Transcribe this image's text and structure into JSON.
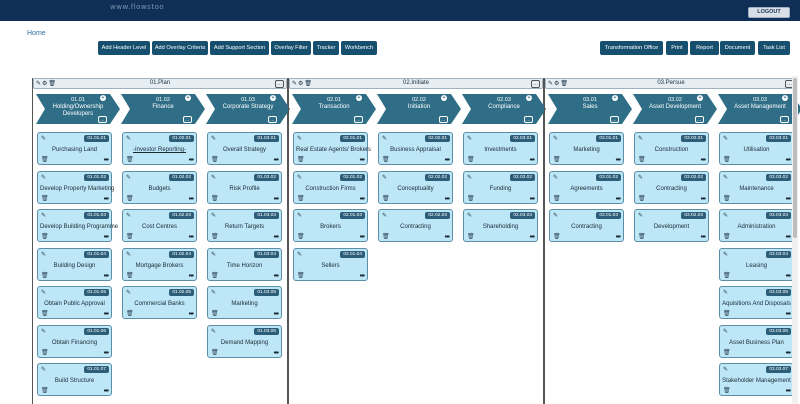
{
  "topbar": {
    "brand": "www.flowstoo",
    "logout_label": "LOGOUT"
  },
  "breadcrumb": "Home",
  "toolbar_left": [
    "Add Header Level",
    "Add Overlay Criteria",
    "Add Support Section",
    "Overlay Filter",
    "Tracker",
    "Workbench"
  ],
  "toolbar_right": [
    "Transformation Office",
    "Print",
    "Report",
    "Document",
    "Task List"
  ],
  "sections": [
    {
      "title": "01.Plan",
      "columns": [
        {
          "code": "01.01",
          "title": "Holding/Ownership Developers",
          "cards": [
            {
              "code": "01.01.01",
              "label": "Purchasing Land"
            },
            {
              "code": "01.01.02",
              "label": "Develop Property Marketing"
            },
            {
              "code": "01.01.03",
              "label": "Develop Building Programme"
            },
            {
              "code": "01.01.04",
              "label": "Building Design"
            },
            {
              "code": "01.01.05",
              "label": "Obtain Public Approval"
            },
            {
              "code": "01.01.06",
              "label": "Obtain Financing"
            },
            {
              "code": "01.01.07",
              "label": "Build Structure"
            }
          ]
        },
        {
          "code": "01.02",
          "title": "Finance",
          "cards": [
            {
              "code": "01.02.01",
              "label": "-Investor Reporting-",
              "underline": true
            },
            {
              "code": "01.02.02",
              "label": "Budgets"
            },
            {
              "code": "01.02.03",
              "label": "Cost Centres"
            },
            {
              "code": "01.02.04",
              "label": "Mortgage Brokers"
            },
            {
              "code": "01.02.05",
              "label": "Commercial Banks"
            }
          ]
        },
        {
          "code": "01.03",
          "title": "Corporate Strategy",
          "cards": [
            {
              "code": "01.03.01",
              "label": "Overall Strategy"
            },
            {
              "code": "01.03.02",
              "label": "Risk Profile"
            },
            {
              "code": "01.03.03",
              "label": "Return Targets"
            },
            {
              "code": "01.03.04",
              "label": "Time Horizon"
            },
            {
              "code": "01.03.05",
              "label": "Marketing"
            },
            {
              "code": "01.03.06",
              "label": "Demand Mapping"
            }
          ]
        }
      ]
    },
    {
      "title": "02.Initiate",
      "columns": [
        {
          "code": "02.01",
          "title": "Transaction",
          "cards": [
            {
              "code": "02.01.01",
              "label": "Real Estate Agents/ Brokers"
            },
            {
              "code": "02.01.02",
              "label": "Construction Firms"
            },
            {
              "code": "02.01.03",
              "label": "Brokers"
            },
            {
              "code": "02.01.04",
              "label": "Sellers"
            }
          ]
        },
        {
          "code": "02.02",
          "title": "Initiation",
          "cards": [
            {
              "code": "02.02.01",
              "label": "Business Appraisal"
            },
            {
              "code": "02.02.02",
              "label": "Conceptuality"
            },
            {
              "code": "02.02.03",
              "label": "Contracting"
            }
          ]
        },
        {
          "code": "02.03",
          "title": "Compliance",
          "cards": [
            {
              "code": "02.03.01",
              "label": "Investments"
            },
            {
              "code": "02.03.02",
              "label": "Funding"
            },
            {
              "code": "02.03.03",
              "label": "Shareholding"
            }
          ]
        }
      ]
    },
    {
      "title": "03.Persue",
      "columns": [
        {
          "code": "03.01",
          "title": "Sales",
          "cards": [
            {
              "code": "03.01.01",
              "label": "Marketing"
            },
            {
              "code": "03.01.02",
              "label": "Agreements"
            },
            {
              "code": "03.01.03",
              "label": "Contracting"
            }
          ]
        },
        {
          "code": "03.02",
          "title": "Asset Development",
          "cards": [
            {
              "code": "03.02.01",
              "label": "Construction"
            },
            {
              "code": "03.02.02",
              "label": "Contracting"
            },
            {
              "code": "03.02.03",
              "label": "Development"
            }
          ]
        },
        {
          "code": "03.03",
          "title": "Asset Management",
          "cards": [
            {
              "code": "03.03.01",
              "label": "Utilisation"
            },
            {
              "code": "03.03.02",
              "label": "Maintenance"
            },
            {
              "code": "03.03.03",
              "label": "Administration"
            },
            {
              "code": "03.03.04",
              "label": "Leasing"
            },
            {
              "code": "03.03.05",
              "label": "Aquisitions And Disposals"
            },
            {
              "code": "03.03.06",
              "label": "Asset Business Plan"
            },
            {
              "code": "03.03.07",
              "label": "Stakeholder Management"
            }
          ]
        }
      ]
    }
  ],
  "icons": {
    "edit": "edit-icon",
    "settings": "gear-icon",
    "delete": "trash-icon",
    "add": "plus-circle-icon",
    "more": "ellipsis-icon"
  },
  "colors": {
    "topbar": "#0f2f57",
    "button": "#17506f",
    "chevron": "#2f6e86",
    "card": "#bde6f7",
    "card_code": "#2d5e79"
  }
}
